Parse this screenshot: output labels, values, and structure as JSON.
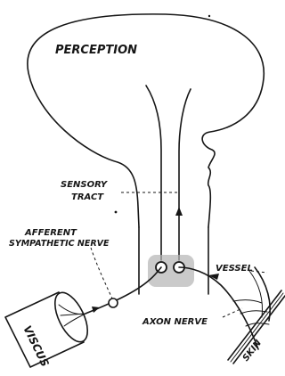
{
  "labels": {
    "perception": "PERCEPTION",
    "sensory_tract_1": "SENSORY",
    "sensory_tract_2": "TRACT",
    "afferent_1": "AFFERENT",
    "afferent_2": "SYMPATHETIC NERVE",
    "vessel": "VESSEL",
    "viscus": "VISCUS",
    "axon_nerve": "AXON NERVE",
    "skin": "SKIN"
  }
}
